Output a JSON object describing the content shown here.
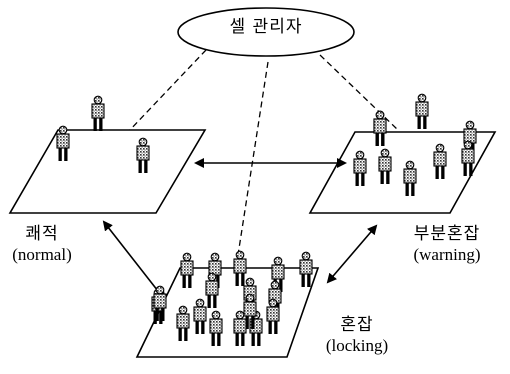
{
  "manager": {
    "label": "셀 관리자"
  },
  "cells": {
    "normal": {
      "ko": "쾌적",
      "en": "(normal)"
    },
    "warning": {
      "ko": "부분혼잡",
      "en": "(warning)"
    },
    "locking": {
      "ko": "혼잡",
      "en": "(locking)"
    }
  },
  "people_counts": {
    "normal": 3,
    "warning": 9,
    "locking": 17
  }
}
